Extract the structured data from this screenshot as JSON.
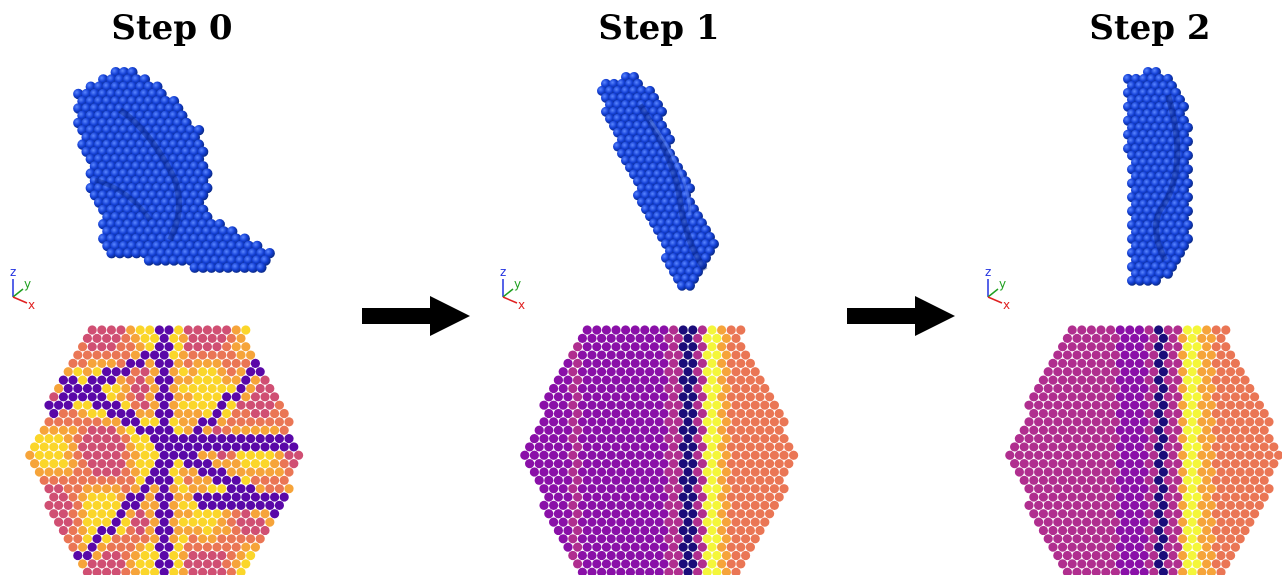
{
  "steps": [
    {
      "title": "Step 0",
      "pattern": "network"
    },
    {
      "title": "Step 1",
      "pattern": "stripes"
    },
    {
      "title": "Step 2",
      "pattern": "stripes-vertical"
    }
  ],
  "axes": {
    "x_label": "x",
    "y_label": "y",
    "z_label": "z"
  },
  "colors": {
    "sphere": "#1440d6",
    "sphere_dark": "#0a2a8a",
    "sphere_light": "#5a86ff",
    "axis_x": "#e02020",
    "axis_y": "#20a020",
    "axis_z": "#2030e0",
    "colormap": [
      "#1b0c7a",
      "#5a08a8",
      "#8a10a8",
      "#b02e8f",
      "#d04f73",
      "#ea7655",
      "#f6a43a",
      "#fbd62a",
      "#f4f63a"
    ]
  },
  "icons": {
    "arrow": "right-arrow-icon"
  }
}
